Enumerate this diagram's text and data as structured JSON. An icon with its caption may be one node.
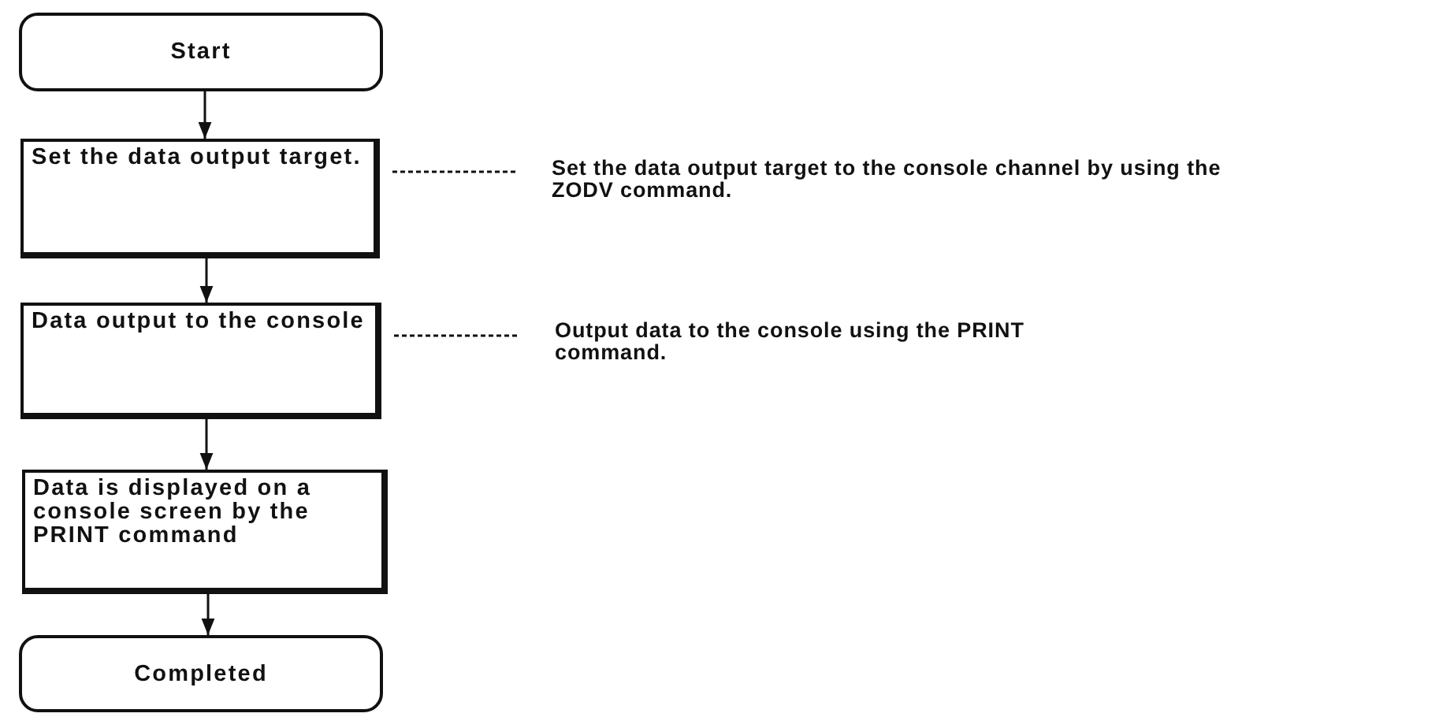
{
  "diagram": {
    "nodes": [
      {
        "text": [
          "Start"
        ]
      },
      {
        "text": [
          "Set the data output target."
        ]
      },
      {
        "text": [
          "Data output to the console"
        ]
      },
      {
        "text": [
          "Data is displayed on a console screen by the PRINT command"
        ]
      },
      {
        "text": [
          "Completed"
        ]
      },
      {
        "text": [
          "Set the data output target to the console channel by using the ZODV command."
        ]
      },
      {
        "text": [
          "Output data to the console using the PRINT command."
        ]
      }
    ],
    "edges": [
      {
        "from": 0,
        "to": 1,
        "arrow": "to"
      },
      {
        "from": 1,
        "to": 2,
        "arrow": "to"
      },
      {
        "from": 2,
        "to": 3,
        "arrow": "to"
      },
      {
        "from": 3,
        "to": 4,
        "arrow": "to"
      },
      {
        "from": 1,
        "to": 5,
        "arrow": "none",
        "style": "dashed"
      },
      {
        "from": 2,
        "to": 6,
        "arrow": "none",
        "style": "dashed"
      }
    ]
  }
}
